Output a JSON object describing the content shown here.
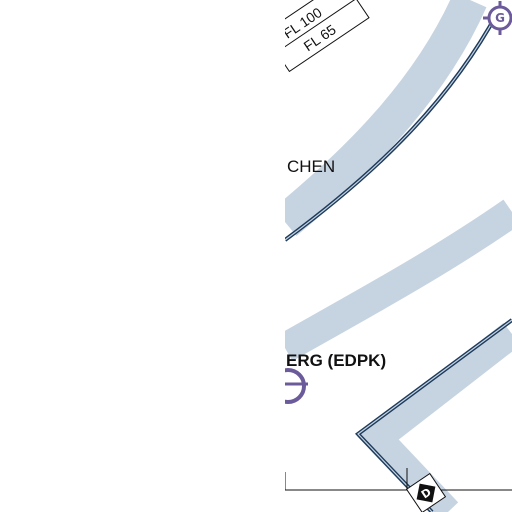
{
  "labels": {
    "city_partial": "CHEN",
    "airport_partial": "ERG (EDPK)",
    "altitude_upper": "FL 100",
    "altitude_lower": "FL 65"
  },
  "markers": {
    "reporting_point_top": "G",
    "reporting_point_bottom": "D"
  },
  "colors": {
    "airspace_band": "#c6d4e1",
    "airspace_line": "#1e3b5c",
    "navaid": "#6c5b9a",
    "ink": "#111111"
  }
}
